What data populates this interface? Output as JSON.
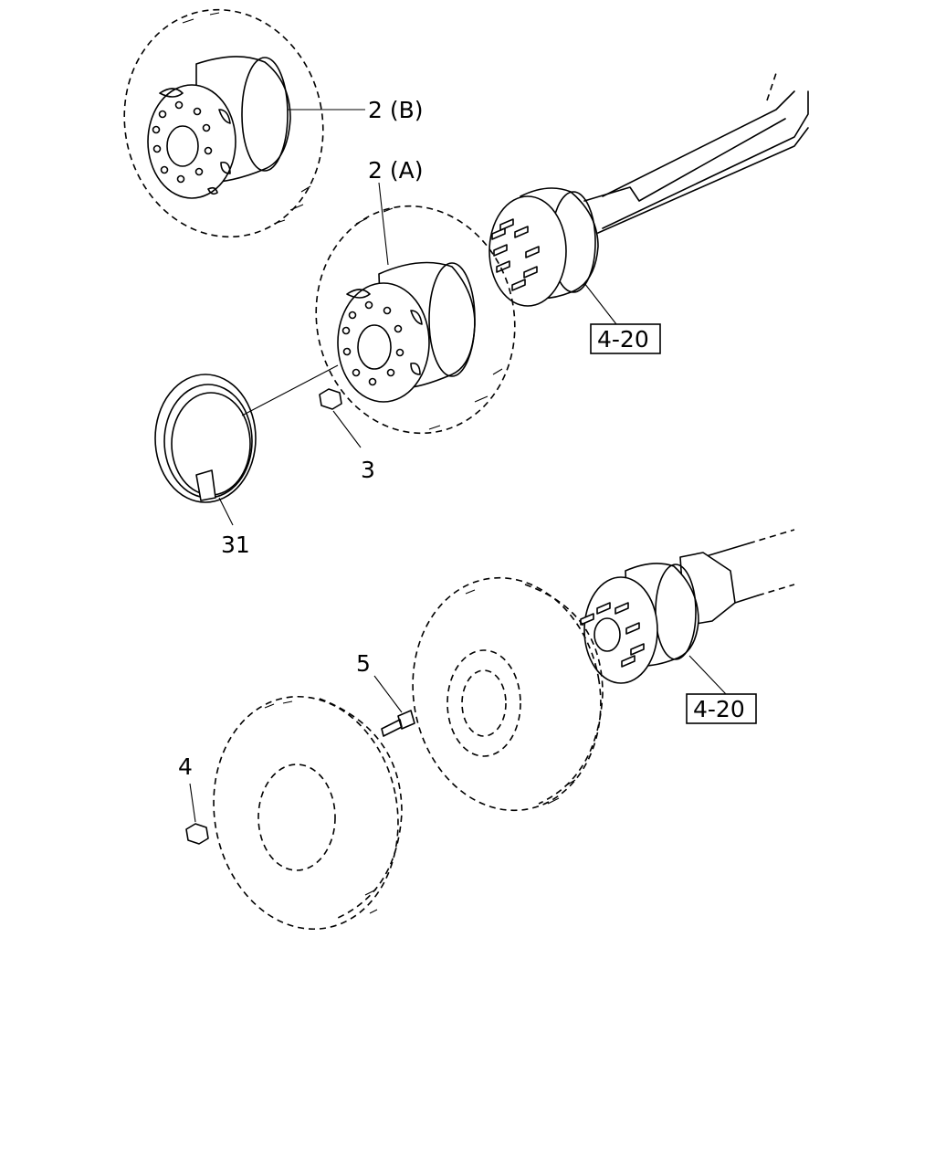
{
  "callouts": {
    "wheel_b": "2 (B)",
    "wheel_a": "2 (A)",
    "nut": "3",
    "side_ring": "31",
    "lug_nut": "4",
    "stud_bolt": "5",
    "ref_front": "4-20",
    "ref_rear": "4-20"
  }
}
